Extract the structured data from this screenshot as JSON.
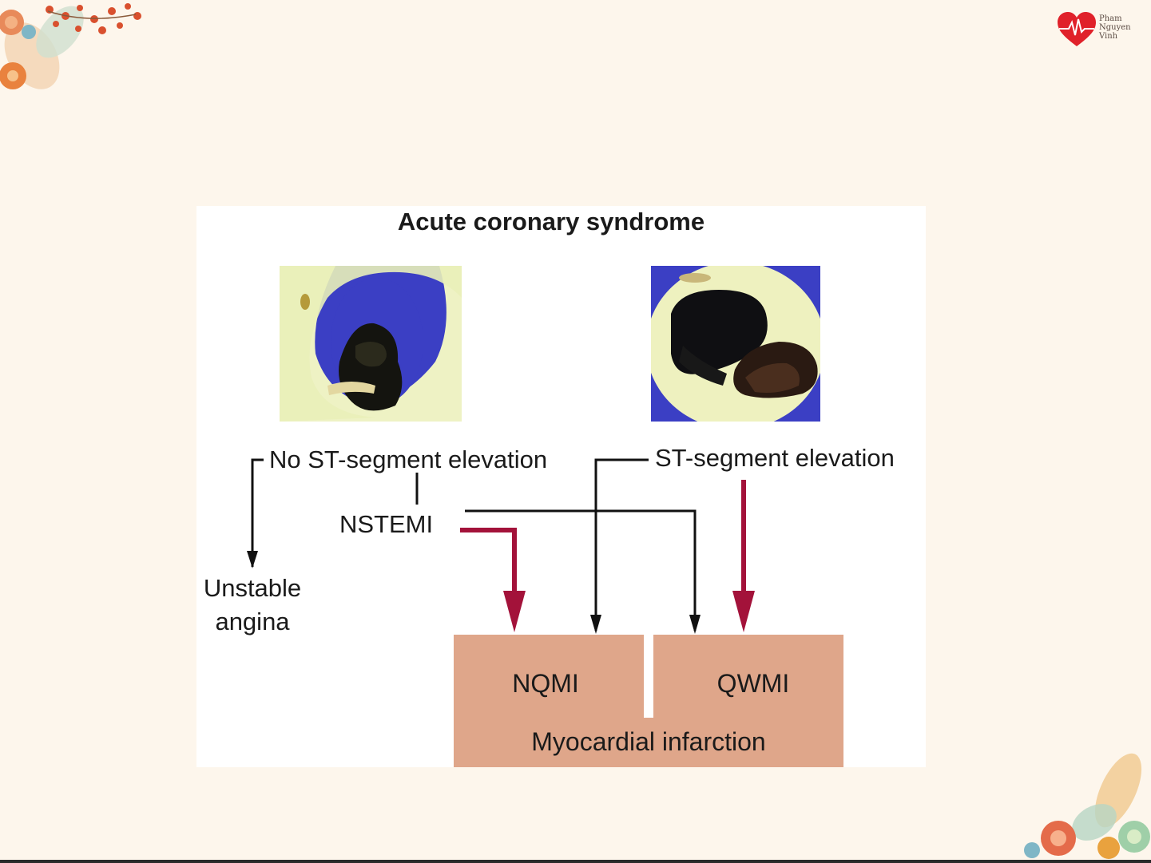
{
  "logo": {
    "line1": "Pham",
    "line2": "Nguyen",
    "line3": "Vinh"
  },
  "diagram": {
    "title": "Acute coronary syndrome",
    "no_st_label": "No ST-segment elevation",
    "st_label": "ST-segment elevation",
    "nstemi_label": "NSTEMI",
    "unstable_line1": "Unstable",
    "unstable_line2": "angina",
    "nqmi_label": "NQMI",
    "qwmi_label": "QWMI",
    "mi_label": "Myocardial infarction"
  },
  "colors": {
    "background": "#fdf6ec",
    "box_fill": "#dfa68a",
    "red_arrow": "#a3123a",
    "black_arrow": "#111111"
  }
}
